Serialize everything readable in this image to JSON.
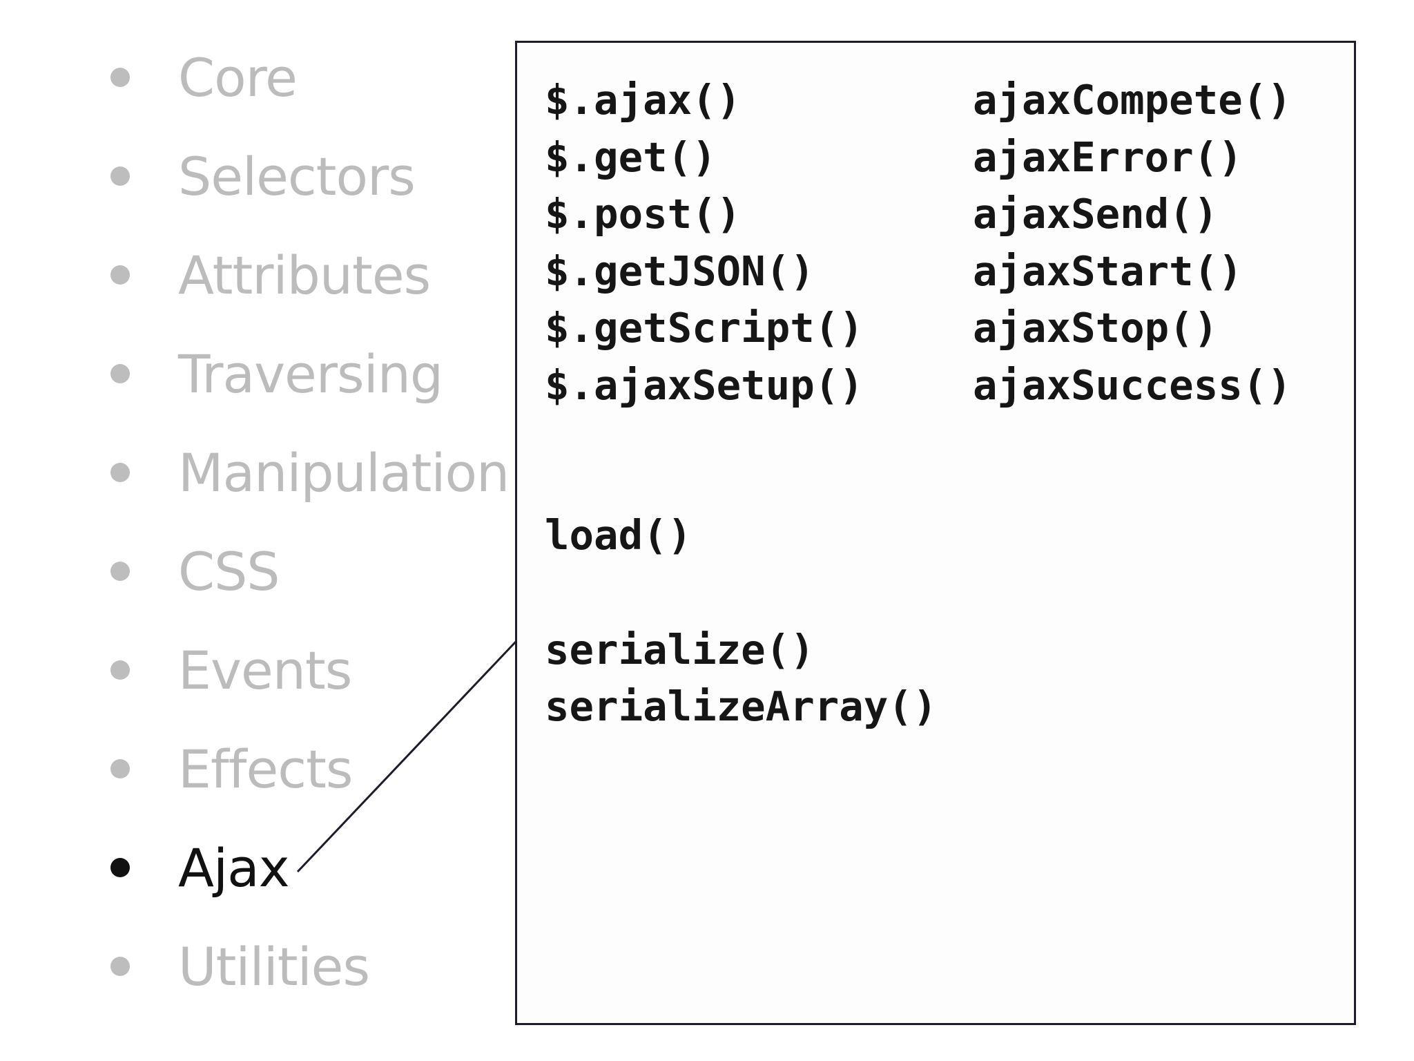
{
  "topics": [
    {
      "label": "Core",
      "active": false
    },
    {
      "label": "Selectors",
      "active": false
    },
    {
      "label": "Attributes",
      "active": false
    },
    {
      "label": "Traversing",
      "active": false
    },
    {
      "label": "Manipulation",
      "active": false
    },
    {
      "label": "CSS",
      "active": false
    },
    {
      "label": "Events",
      "active": false
    },
    {
      "label": "Effects",
      "active": false
    },
    {
      "label": "Ajax",
      "active": true
    },
    {
      "label": "Utilities",
      "active": false
    }
  ],
  "code": {
    "left_column": [
      "$.ajax()",
      "$.get()",
      "$.post()",
      "$.getJSON()",
      "$.getScript()",
      "$.ajaxSetup()"
    ],
    "right_column": [
      "ajaxCompete()",
      "ajaxError()",
      "ajaxSend()",
      "ajaxStart()",
      "ajaxStop()",
      "ajaxSuccess()"
    ],
    "load": "load()",
    "serialize": "serialize()",
    "serialize_array": "serializeArray()"
  },
  "colors": {
    "inactive_text": "#bcbcbc",
    "active_text": "#111111",
    "box_border": "#1c1c2a",
    "code_text": "#161616"
  }
}
